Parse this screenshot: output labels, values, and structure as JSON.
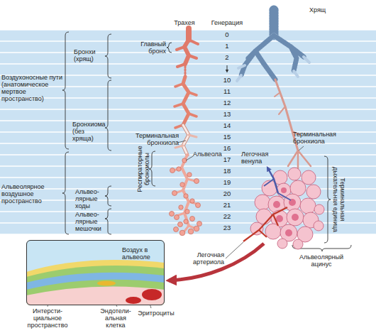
{
  "diagram": {
    "nodes": [
      {
        "text": [
          "Воздух в альвеоле"
        ]
      }
    ],
    "labels": [
      "Трахея",
      "Генерация",
      "Хрящ",
      "0",
      "1",
      "2",
      "10",
      "11",
      "12",
      "13",
      "14",
      "15",
      "16",
      "17",
      "18",
      "19",
      "20",
      "21",
      "22",
      "23",
      "Главный бронх",
      "Бронхи (хрящ)",
      "Воздухоносные пути (анатомическое мертвое пространство)",
      "Бронхиома (без хряща)",
      "Терминальная бронхиола",
      "Терминальная бронхиола",
      "Респираторные бронхиолы",
      "Альвеола",
      "Легочная венула",
      "Альвеолярное воздушное пространство",
      "Альвео- лярные ходы",
      "Альвео- лярные мешочки",
      "Терминальная дыхательная единица",
      "Легочная артериола",
      "Альвеолярный ацинус",
      "Интерсти- циальное пространство",
      "Эндотели- альная клетка",
      "Эритроциты"
    ]
  }
}
